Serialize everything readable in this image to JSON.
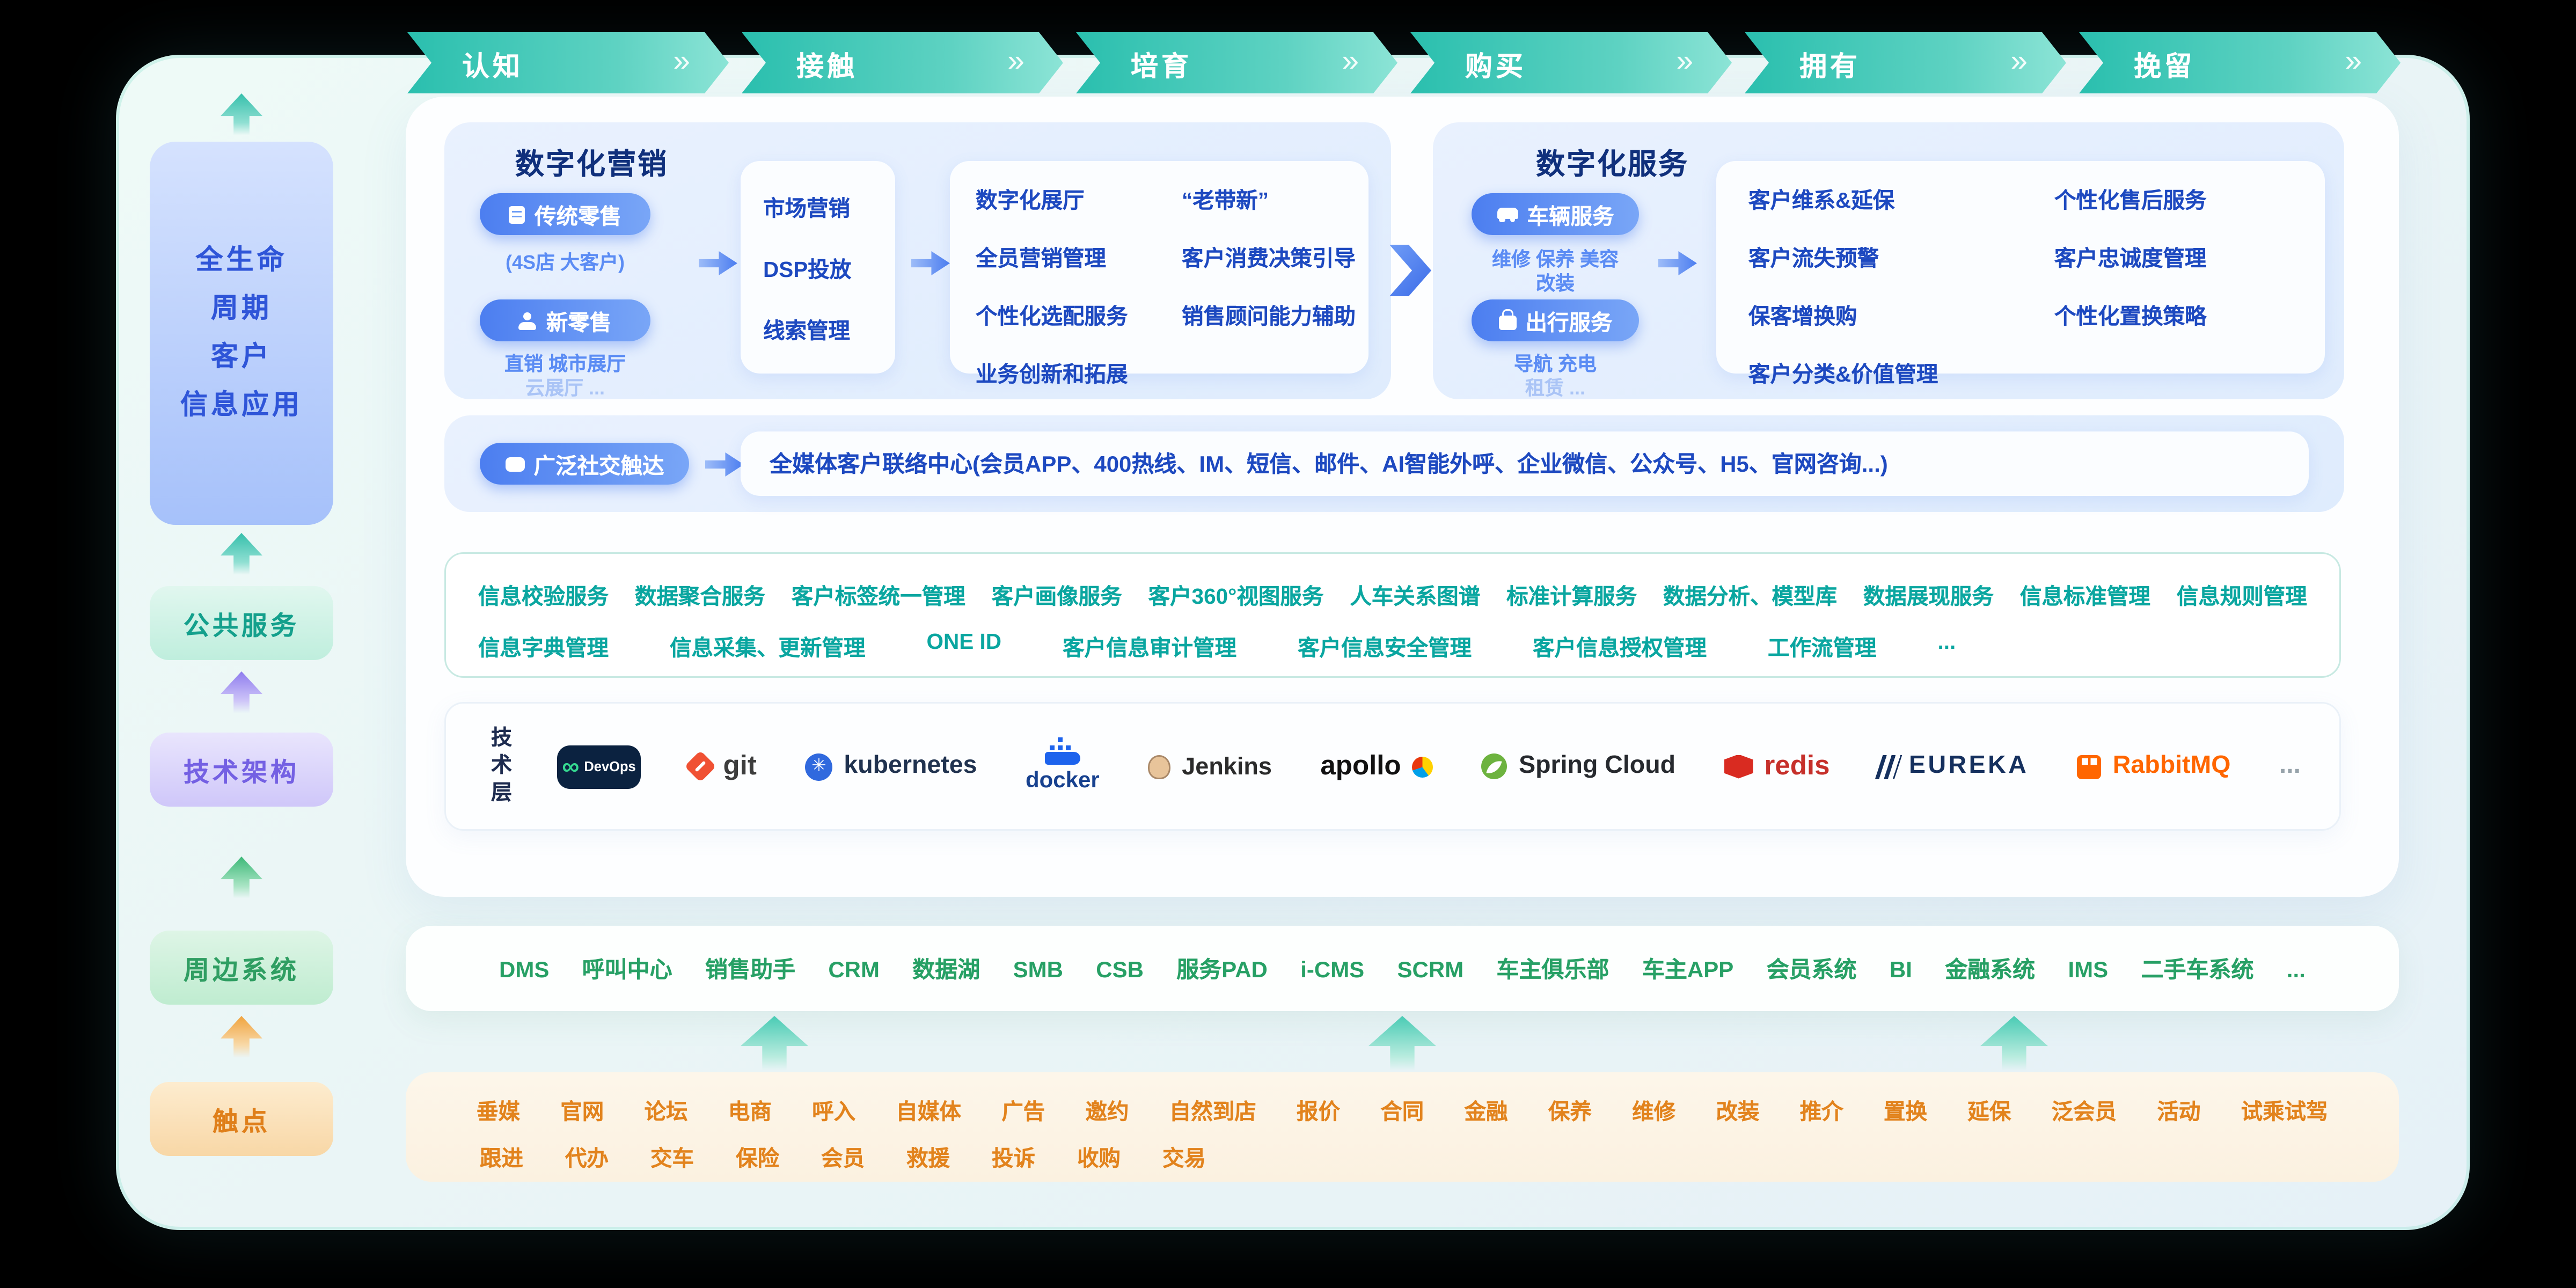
{
  "lifecycle_stages": [
    "认知",
    "接触",
    "培育",
    "购买",
    "拥有",
    "挽留"
  ],
  "icons": {
    "chevron_double": "»",
    "infinity": "∞",
    "asterisk": "✳"
  },
  "colors": {
    "accent_teal": "#2abfae",
    "accent_blue": "#4c7ef0",
    "link_teal": "#0aa6a0",
    "system_green": "#27a065",
    "touch_orange": "#e2831d"
  },
  "sidebar": {
    "lifecycle": {
      "lines": [
        "全生命",
        "周期",
        "客户",
        "信息应用"
      ]
    },
    "public_services_label": "公共服务",
    "tech_architecture_label": "技术架构",
    "peripheral_systems_label": "周边系统",
    "touchpoints_label": "触点"
  },
  "marketing": {
    "title": "数字化营销",
    "traditional_retail": {
      "label": "传统零售",
      "sub": "(4S店 大客户)"
    },
    "new_retail": {
      "label": "新零售",
      "sub_line1": "直销  城市展厅",
      "sub_line2": "云展厅  ..."
    },
    "middle_items": [
      "市场营销",
      "DSP投放",
      "线索管理"
    ],
    "right_col1": [
      "数字化展厅",
      "全员营销管理",
      "个性化选配服务",
      "业务创新和拓展"
    ],
    "right_col2": [
      "“老带新”",
      "客户消费决策引导",
      "销售顾问能力辅助"
    ]
  },
  "service": {
    "title": "数字化服务",
    "vehicle": {
      "label": "车辆服务",
      "sub_line1": "维修  保养  美容",
      "sub_line2": "改装"
    },
    "travel": {
      "label": "出行服务",
      "sub_line1": "导航  充电",
      "sub_line2": "租赁  ..."
    },
    "right_col1": [
      "客户维系&延保",
      "客户流失预警",
      "保客增换购",
      "客户分类&价值管理"
    ],
    "right_col2": [
      "个性化售后服务",
      "客户忠诚度管理",
      "个性化置换策略"
    ]
  },
  "social_reach": {
    "label": "广泛社交触达",
    "content": "全媒体客户联络中心(会员APP、400热线、IM、短信、邮件、AI智能外呼、企业微信、公众号、H5、官网咨询...)"
  },
  "public_services": {
    "row1": [
      "信息校验服务",
      "数据聚合服务",
      "客户标签统一管理",
      "客户画像服务",
      "客户360°视图服务",
      "人车关系图谱",
      "标准计算服务",
      "数据分析、模型库",
      "数据展现服务",
      "信息标准管理",
      "信息规则管理"
    ],
    "row2": [
      "信息字典管理",
      "信息采集、更新管理",
      "ONE ID",
      "客户信息审计管理",
      "客户信息安全管理",
      "客户信息授权管理",
      "工作流管理",
      "..."
    ]
  },
  "tech_layer": {
    "label": "技术层",
    "more": "...",
    "logos": [
      {
        "name": "devops",
        "label": "DevOps"
      },
      {
        "name": "git",
        "label": "git"
      },
      {
        "name": "kubernetes",
        "label": "kubernetes"
      },
      {
        "name": "docker",
        "label": "docker"
      },
      {
        "name": "jenkins",
        "label": "Jenkins"
      },
      {
        "name": "apollo",
        "label": "apollo"
      },
      {
        "name": "spring-cloud",
        "label": "Spring Cloud"
      },
      {
        "name": "redis",
        "label": "redis"
      },
      {
        "name": "eureka",
        "label": "EUREKA"
      },
      {
        "name": "rabbitmq",
        "label": "RabbitMQ"
      }
    ]
  },
  "peripheral_systems": [
    "DMS",
    "呼叫中心",
    "销售助手",
    "CRM",
    "数据湖",
    "SMB",
    "CSB",
    "服务PAD",
    "i-CMS",
    "SCRM",
    "车主俱乐部",
    "车主APP",
    "会员系统",
    "BI",
    "金融系统",
    "IMS",
    "二手车系统",
    "..."
  ],
  "touchpoints": {
    "row1": [
      "垂媒",
      "官网",
      "论坛",
      "电商",
      "呼入",
      "自媒体",
      "广告",
      "邀约",
      "自然到店",
      "报价",
      "合同",
      "金融",
      "保养",
      "维修",
      "改装",
      "推介",
      "置换",
      "延保",
      "泛会员",
      "活动",
      "试乘试驾"
    ],
    "row2": [
      "跟进",
      "代办",
      "交车",
      "保险",
      "会员",
      "救援",
      "投诉",
      "收购",
      "交易"
    ]
  }
}
